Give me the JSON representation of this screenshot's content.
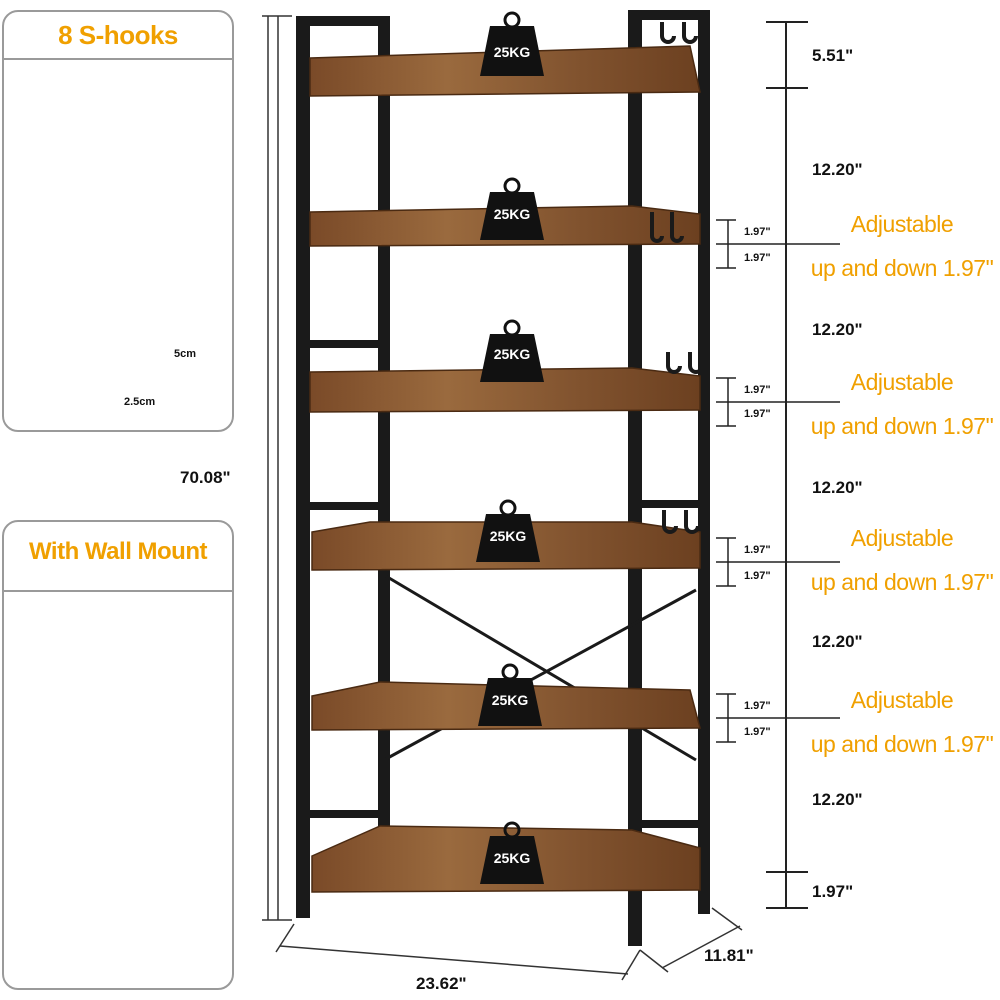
{
  "hooks_panel": {
    "title": "8 S-hooks",
    "hook_height_label": "5cm",
    "hook_width_label": "2.5cm"
  },
  "wall_mount_panel": {
    "title": "With Wall Mount"
  },
  "dimensions": {
    "total_height": "70.08\"",
    "width": "23.62\"",
    "depth": "11.81\"",
    "top_gap": "5.51\"",
    "shelf_gap_1": "12.20\"",
    "shelf_gap_2": "12.20\"",
    "shelf_gap_3": "12.20\"",
    "shelf_gap_4": "12.20\"",
    "shelf_gap_5": "12.20\"",
    "bottom_clearance": "1.97\"",
    "step": "1.97\""
  },
  "adjustable": {
    "line1": "Adjustable",
    "line2": "up and down 1.97\""
  },
  "weights": [
    "25KG",
    "25KG",
    "25KG",
    "25KG",
    "25KG",
    "25KG"
  ],
  "colors": {
    "accent": "#f0a000",
    "frame": "#1a1a1a",
    "wood": "#8a5a32",
    "panel_border": "#9a9a9a"
  }
}
